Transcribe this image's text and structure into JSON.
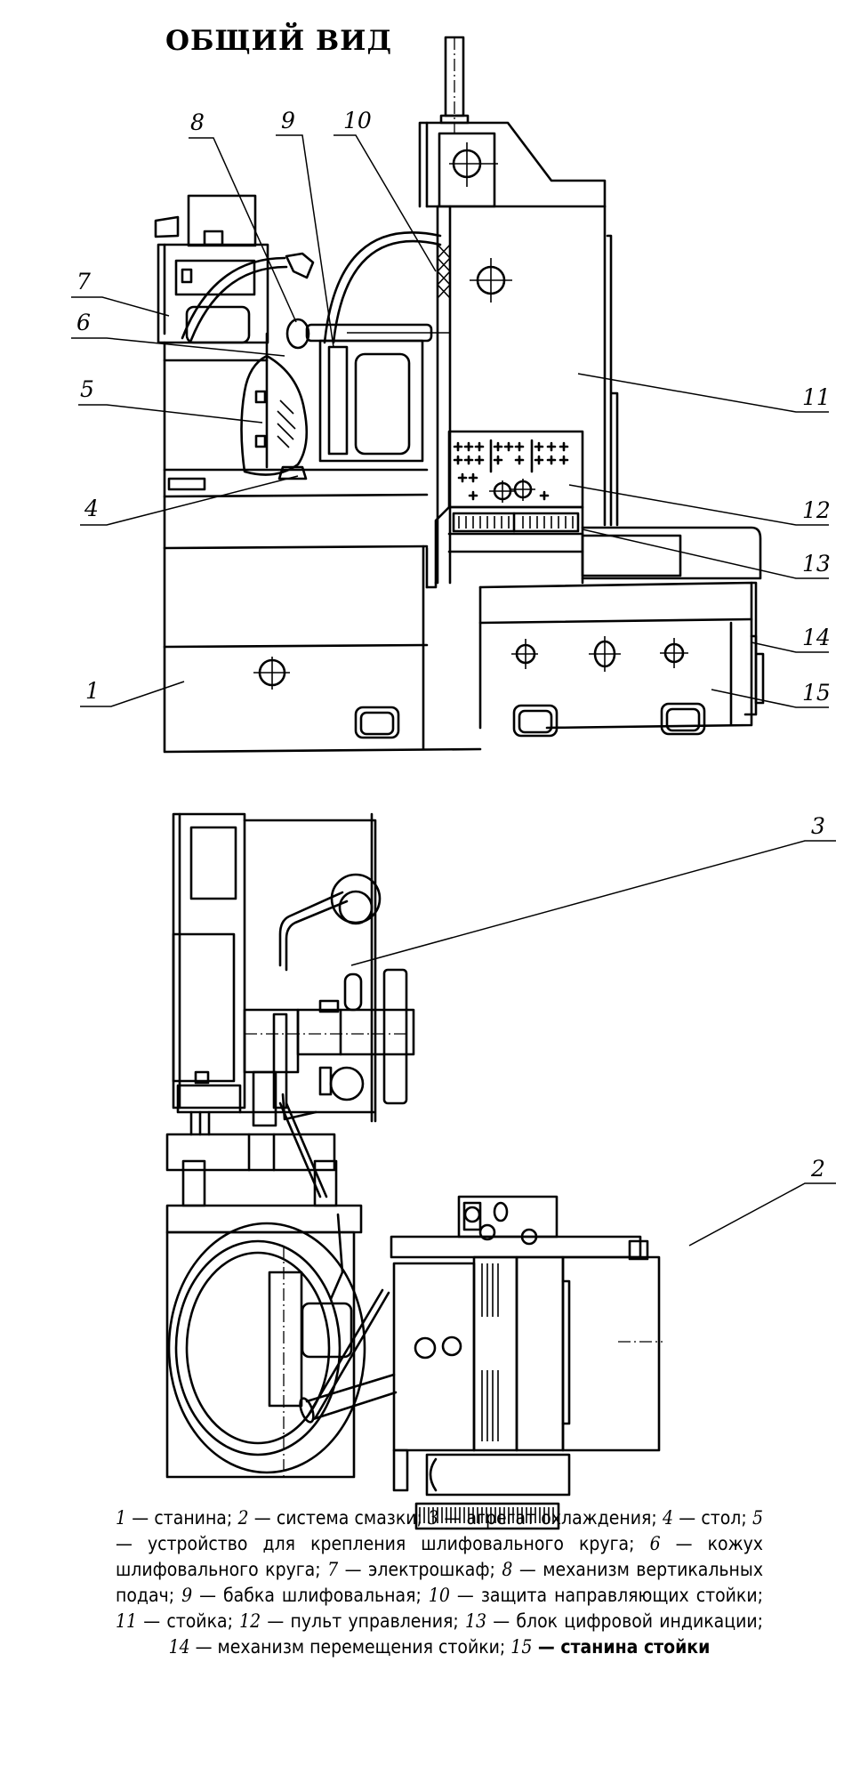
{
  "title": "ОБЩИЙ ВИД",
  "callouts": [
    {
      "id": "1",
      "part": "станина"
    },
    {
      "id": "2",
      "part": "система смазки"
    },
    {
      "id": "3",
      "part": "агрегат охлаждения"
    },
    {
      "id": "4",
      "part": "стол"
    },
    {
      "id": "5",
      "part": "устройство для крепления шлифовального круга"
    },
    {
      "id": "6",
      "part": "кожух шлифовального круга"
    },
    {
      "id": "7",
      "part": "электрошкаф"
    },
    {
      "id": "8",
      "part": "механизм вертикальных подач"
    },
    {
      "id": "9",
      "part": "бабка шлифовальная"
    },
    {
      "id": "10",
      "part": "защита направляющих стойки"
    },
    {
      "id": "11",
      "part": "стойка"
    },
    {
      "id": "12",
      "part": "пульт управления"
    },
    {
      "id": "13",
      "part": "блок цифровой индикации"
    },
    {
      "id": "14",
      "part": "механизм перемещения стойки"
    },
    {
      "id": "15",
      "part": "станина стойки"
    }
  ],
  "views": {
    "top": "front-view",
    "bottom": "plan-view"
  },
  "caption": {
    "separator": " — ",
    "delimiter": "; "
  }
}
